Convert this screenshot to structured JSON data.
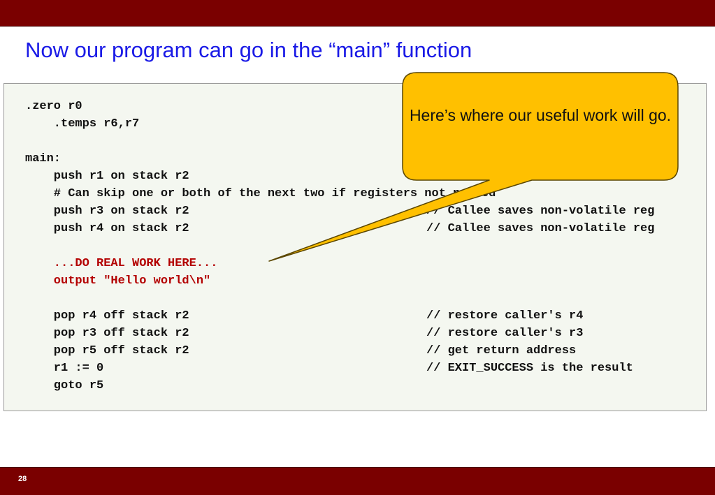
{
  "slide": {
    "title": "Now our program can go in the “main” function",
    "page_number": "28"
  },
  "code": {
    "lines": [
      {
        "text": ".zero r0",
        "comment": ""
      },
      {
        "text": "    .temps r6,r7",
        "comment": ""
      },
      {
        "text": "",
        "comment": ""
      },
      {
        "text": "main:",
        "comment": ""
      },
      {
        "text": "    push r1 on stack r2",
        "comment": "//"
      },
      {
        "text": "    # Can skip one or both of the next two if registers not needed",
        "comment": ""
      },
      {
        "text": "    push r3 on stack r2",
        "comment": "// Callee saves non-volatile reg"
      },
      {
        "text": "    push r4 on stack r2",
        "comment": "// Callee saves non-volatile reg"
      },
      {
        "text": "",
        "comment": ""
      },
      {
        "text": "    ...DO REAL WORK HERE...",
        "comment": "",
        "highlight": true
      },
      {
        "text": "    output \"Hello world\\n\"",
        "comment": "",
        "highlight": true
      },
      {
        "text": "",
        "comment": ""
      },
      {
        "text": "    pop r4 off stack r2",
        "comment": "// restore caller's r4"
      },
      {
        "text": "    pop r3 off stack r2",
        "comment": "// restore caller's r3"
      },
      {
        "text": "    pop r5 off stack r2",
        "comment": "// get return address"
      },
      {
        "text": "    r1 := 0",
        "comment": "// EXIT_SUCCESS is the result"
      },
      {
        "text": "    goto r5",
        "comment": ""
      }
    ]
  },
  "callout": {
    "text": "Here’s where our useful work will go.",
    "fill_color": "#ffc000",
    "border_color": "#5a4600"
  },
  "colors": {
    "bar": "#7a0000",
    "title": "#1a1ae6",
    "highlight_code": "#b30000"
  }
}
